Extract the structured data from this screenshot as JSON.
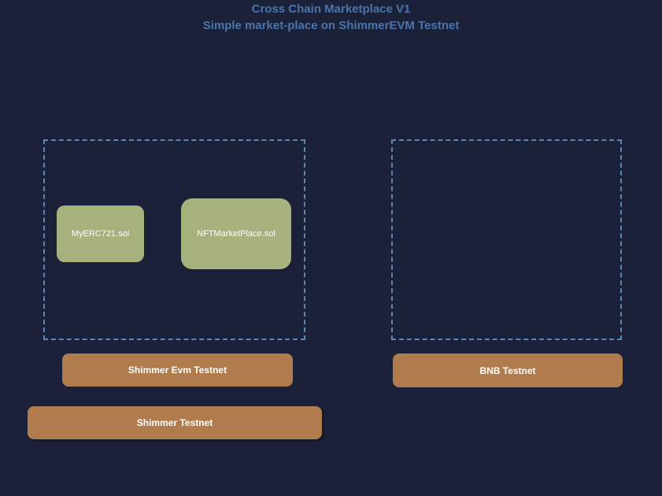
{
  "header": {
    "title": "Cross Chain Marketplace V1",
    "subtitle": "Simple market-place on ShimmerEVM Testnet"
  },
  "diagram": {
    "shimmer_group": {
      "contracts": [
        {
          "label": "MyERC721.sol"
        },
        {
          "label": "NFTMarketPlace.sol"
        }
      ],
      "evm_chain_label": "Shimmer Evm Testnet",
      "l1_chain_label": "Shimmer Testnet"
    },
    "bnb_group": {
      "contracts": [],
      "chain_label": "BNB Testnet"
    }
  },
  "colors": {
    "background": "#1a2139",
    "title_text": "#4a74ab",
    "dashed_border": "#5d86b2",
    "contract_node_fill": "#a6b17e",
    "chain_bar_fill": "#b07c4e",
    "node_text": "#ffffff"
  }
}
